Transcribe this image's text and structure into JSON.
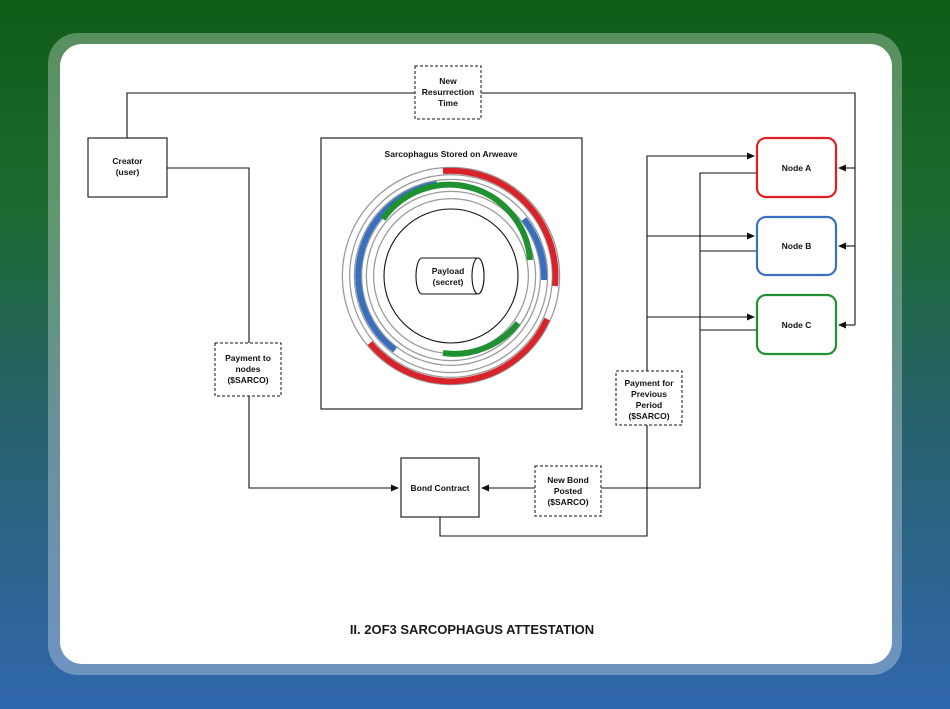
{
  "diagram": {
    "title": "II. 2OF3 SARCOPHAGUS ATTESTATION",
    "creator": {
      "line1": "Creator",
      "line2": "(user)"
    },
    "new_resurrection": {
      "line1": "New",
      "line2": "Resurrection",
      "line3": "Time"
    },
    "sarcophagus_label": "Sarcophagus Stored on Arweave",
    "payload": {
      "line1": "Payload",
      "line2": "(secret)"
    },
    "payment_to_nodes": {
      "line1": "Payment to",
      "line2": "nodes",
      "line3": "($SARCO)"
    },
    "bond_contract": "Bond Contract",
    "new_bond": {
      "line1": "New Bond",
      "line2": "Posted",
      "line3": "($SARCO)"
    },
    "payment_previous": {
      "line1": "Payment for",
      "line2": "Previous",
      "line3": "Period",
      "line4": "($SARCO)"
    },
    "nodes": [
      {
        "label": "Node A",
        "color": "#e02020"
      },
      {
        "label": "Node B",
        "color": "#3a70c0"
      },
      {
        "label": "Node C",
        "color": "#1f9130"
      }
    ]
  }
}
